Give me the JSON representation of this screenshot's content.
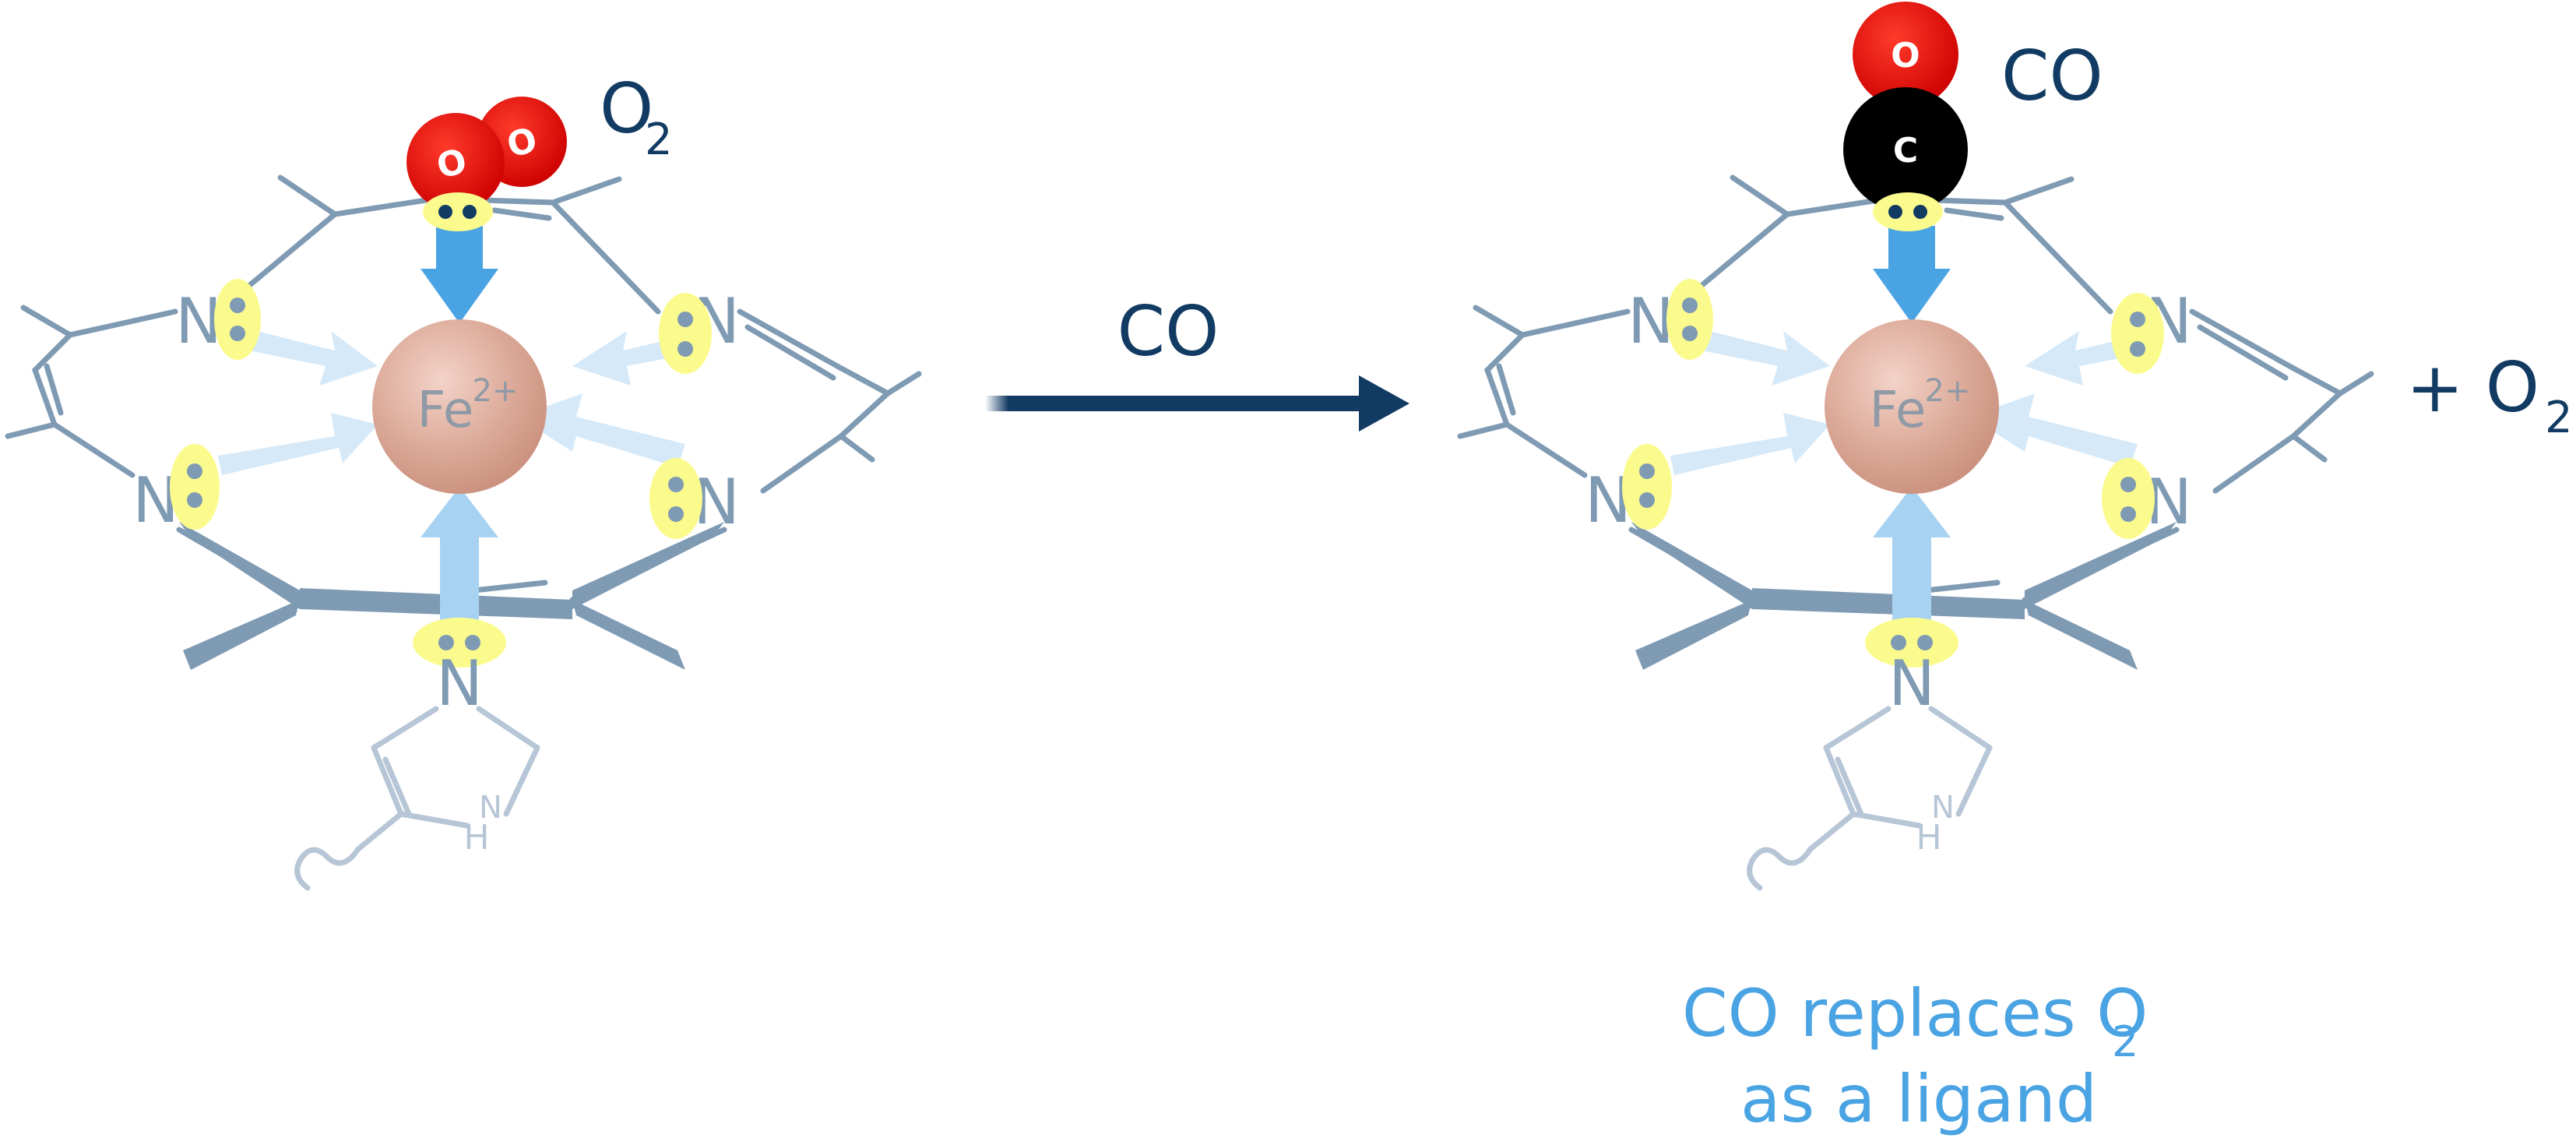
{
  "left_complex": {
    "metal_symbol": "Fe",
    "metal_charge": "2+",
    "ligand_label": "O",
    "ligand_subscript": "2",
    "ligand_atom_1": "O",
    "ligand_atom_2": "O",
    "n_label": "N",
    "histidine_h": "H"
  },
  "reaction": {
    "reagent": "CO"
  },
  "right_complex": {
    "metal_symbol": "Fe",
    "metal_charge": "2+",
    "ligand_label": "CO",
    "ligand_atom_top": "O",
    "ligand_atom_bottom": "C",
    "n_label": "N",
    "histidine_h": "H"
  },
  "product": {
    "prefix": "+ O",
    "subscript": "2"
  },
  "caption": {
    "line1": "CO replaces O",
    "line1_subscript": "2",
    "line2": "as a ligand"
  },
  "colors": {
    "navy": "#123b63",
    "sky_blue": "#4aa3e3",
    "bond_gray_blue": "#7f9ab3",
    "lone_pair_yellow": "#fbfb8d",
    "oxygen_red": "#e10000",
    "carbon_black": "#000000",
    "iron_pink": "#d9a392"
  }
}
